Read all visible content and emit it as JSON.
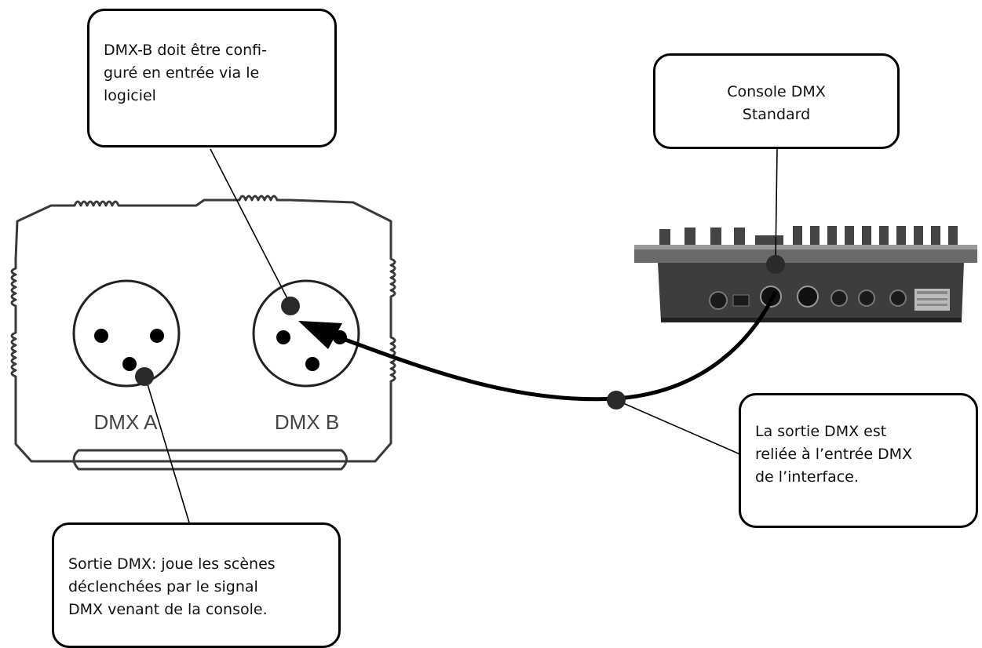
{
  "colors": {
    "line": "#000000",
    "device_outline": "#444444",
    "background": "#ffffff"
  },
  "interface": {
    "port_a_label": "DMX A",
    "port_b_label": "DMX B"
  },
  "callouts": {
    "dmx_b_config": [
      "DMX-B doit être confi-",
      "guré en entrée via le",
      "logiciel"
    ],
    "console": [
      "Console DMX",
      "Standard"
    ],
    "output_link": [
      "La sortie DMX est",
      "reliée à l’entrée DMX",
      "de l’interface."
    ],
    "dmx_output": [
      "Sortie DMX: joue les scènes",
      "déclenchées par le signal",
      "DMX venant de la console."
    ]
  }
}
